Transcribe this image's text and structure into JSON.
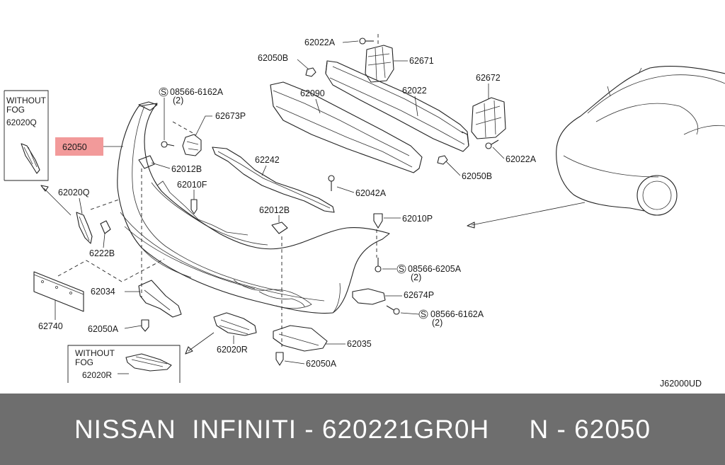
{
  "diagram": {
    "ref_code": "J62000UD",
    "highlight_color": "#f29a9a",
    "box_fog_top": {
      "line1": "WITHOUT",
      "line2": "FOG",
      "part": "62020Q"
    },
    "box_fog_bottom": {
      "line1": "WITHOUT",
      "line2": "FOG",
      "part": "62020R"
    },
    "labels": {
      "p62022A_top": "62022A",
      "p62050B_top": "62050B",
      "p62671": "62671",
      "p62672": "62672",
      "p62090": "62090",
      "p62022": "62022",
      "p08566_6162A_top": "08566-6162A",
      "p08566_6162A_top_qty": "(2)",
      "p62673P": "62673P",
      "p62050": "62050",
      "p62012B_left": "62012B",
      "p62242": "62242",
      "p62022A_right": "62022A",
      "p62050B_right": "62050B",
      "p62042A": "62042A",
      "p62020Q": "62020Q",
      "p62010F": "62010F",
      "p62012B_mid": "62012B",
      "p62010P": "62010P",
      "p6222B": "6222B",
      "p08566_6205A": "08566-6205A",
      "p08566_6205A_qty": "(2)",
      "p62034": "62034",
      "p62674P": "62674P",
      "p08566_6162A_bot": "08566-6162A",
      "p08566_6162A_bot_qty": "(2)",
      "p62740": "62740",
      "p62050A_left": "62050A",
      "p62020R": "62020R",
      "p62035": "62035",
      "p62050A_bot": "62050A"
    }
  },
  "footer": {
    "text": "NISSAN  INFINITI - 620221GR0H     N - 62050",
    "background": "#6e6e6e"
  }
}
